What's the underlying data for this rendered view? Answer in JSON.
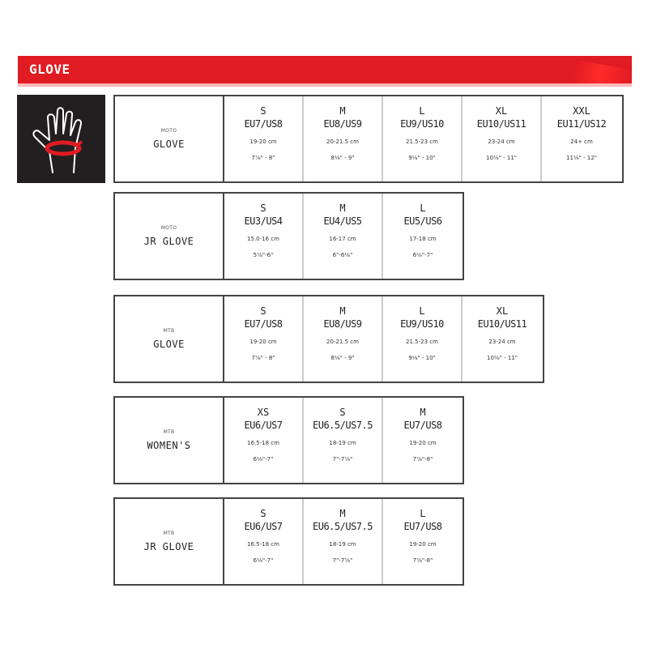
{
  "header": {
    "title": "GLOVE"
  },
  "tables": [
    {
      "category": "MOTO",
      "name": "GLOVE",
      "sizes": [
        {
          "size": "S",
          "code": "EU7/US8",
          "cm": "19-20 cm",
          "inches": "7⅞\" - 8\""
        },
        {
          "size": "M",
          "code": "EU8/US9",
          "cm": "20-21.5 cm",
          "inches": "8⅛\" - 9\""
        },
        {
          "size": "L",
          "code": "EU9/US10",
          "cm": "21.5-23 cm",
          "inches": "9⅛\" - 10\""
        },
        {
          "size": "XL",
          "code": "EU10/US11",
          "cm": "23-24 cm",
          "inches": "10⅛\" - 11\""
        },
        {
          "size": "XXL",
          "code": "EU11/US12",
          "cm": "24+ cm",
          "inches": "11⅛\" - 12\""
        }
      ]
    },
    {
      "category": "MOTO",
      "name": "JR GLOVE",
      "sizes": [
        {
          "size": "S",
          "code": "EU3/US4",
          "cm": "15.0-16 cm",
          "inches": "5⅞\"-6\""
        },
        {
          "size": "M",
          "code": "EU4/US5",
          "cm": "16-17 cm",
          "inches": "6\"-6⅛\""
        },
        {
          "size": "L",
          "code": "EU5/US6",
          "cm": "17-18 cm",
          "inches": "6⅛\"-7\""
        }
      ]
    },
    {
      "category": "MTB",
      "name": "GLOVE",
      "sizes": [
        {
          "size": "S",
          "code": "EU7/US8",
          "cm": "19-20 cm",
          "inches": "7⅞\" - 8\""
        },
        {
          "size": "M",
          "code": "EU8/US9",
          "cm": "20-21.5 cm",
          "inches": "8⅛\" - 9\""
        },
        {
          "size": "L",
          "code": "EU9/US10",
          "cm": "21.5-23 cm",
          "inches": "9⅛\" - 10\""
        },
        {
          "size": "XL",
          "code": "EU10/US11",
          "cm": "23-24 cm",
          "inches": "10⅛\" - 11\""
        }
      ]
    },
    {
      "category": "MTB",
      "name": "WOMEN'S",
      "sizes": [
        {
          "size": "XS",
          "code": "EU6/US7",
          "cm": "16.5-18 cm",
          "inches": "6⅛\"-7\""
        },
        {
          "size": "S",
          "code": "EU6.5/US7.5",
          "cm": "18-19 cm",
          "inches": "7\"-7⅞\""
        },
        {
          "size": "M",
          "code": "EU7/US8",
          "cm": "19-20 cm",
          "inches": "7⅞\"-8\""
        }
      ]
    },
    {
      "category": "MTB",
      "name": "JR GLOVE",
      "sizes": [
        {
          "size": "S",
          "code": "EU6/US7",
          "cm": "16.5-18 cm",
          "inches": "6⅛\"-7\""
        },
        {
          "size": "M",
          "code": "EU6.5/US7.5",
          "cm": "18-19 cm",
          "inches": "7\"-7⅞\""
        },
        {
          "size": "L",
          "code": "EU7/US8",
          "cm": "19-20 cm",
          "inches": "7⅞\"-8\""
        }
      ]
    }
  ],
  "colors": {
    "brand_red": "#e01b22",
    "hand_panel": "#231f20",
    "border": "#444444"
  },
  "icons": {
    "hand": "hand-measure-icon"
  }
}
